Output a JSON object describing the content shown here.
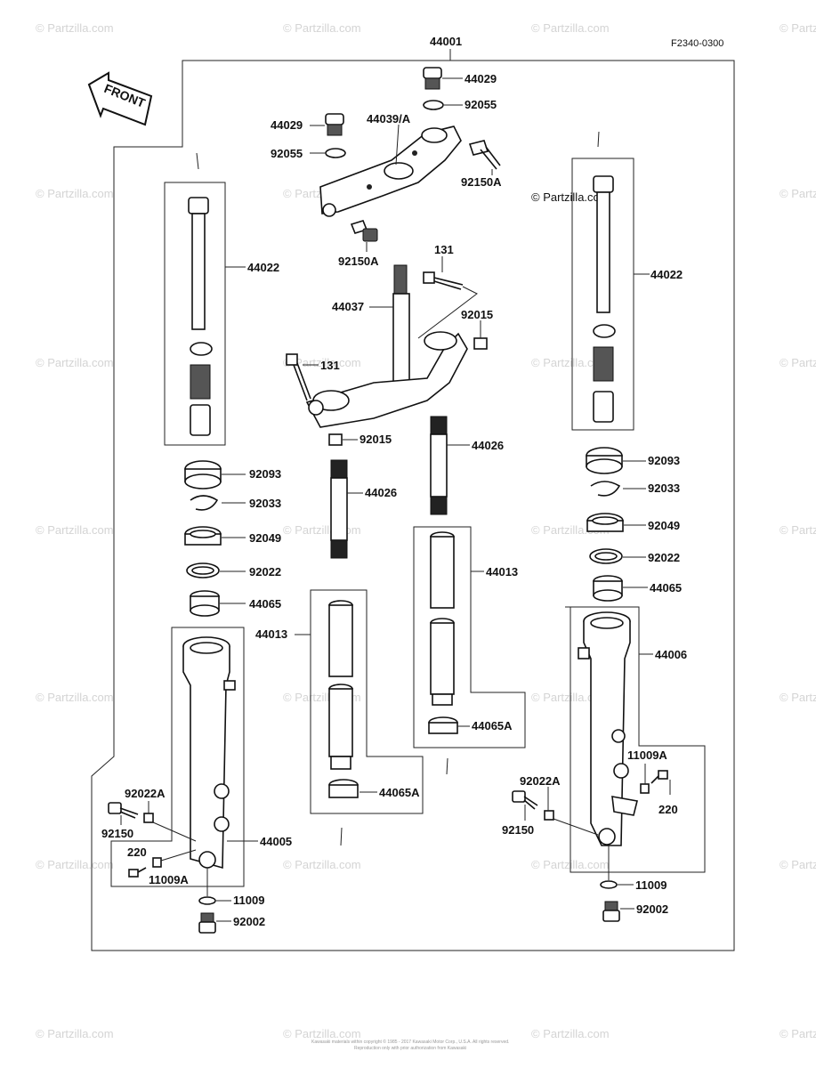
{
  "diagram": {
    "figure_code": "F2340-0300",
    "front_label": "FRONT",
    "assembly_label": "44001",
    "watermark": "© Partzilla.com",
    "footer_line1": "Kawasaki materials within copyright © 1985 - 2017 Kawasaki Motor Corp., U.S.A. All rights reserved.",
    "footer_line2": "Reproduction only with prior authorization from Kawasaki"
  },
  "callouts": {
    "c44029a": "44029",
    "c92055a": "92055",
    "c44029b": "44029",
    "c44039": "44039/A",
    "c92055b": "92055",
    "c92150Aa": "92150A",
    "c92150Ab": "92150A",
    "c131a": "131",
    "c44037": "44037",
    "c92015a": "92015",
    "c131b": "131",
    "c92015b": "92015",
    "c44022l": "44022",
    "c44022r": "44022",
    "c44026a": "44026",
    "c44026b": "44026",
    "c92093l": "92093",
    "c92033l": "92033",
    "c92049l": "92049",
    "c92022l": "92022",
    "c44065l": "44065",
    "c92093r": "92093",
    "c92033r": "92033",
    "c92049r": "92049",
    "c92022r": "92022",
    "c44065r": "44065",
    "c44013a": "44013",
    "c44013b": "44013",
    "c44065Aa": "44065A",
    "c44065Ab": "44065A",
    "c44006": "44006",
    "c44005": "44005",
    "c92022Al": "92022A",
    "c92150l": "92150",
    "c220l": "220",
    "c11009Al": "11009A",
    "c11009l": "11009",
    "c92002l": "92002",
    "c92022Ar": "92022A",
    "c92150r": "92150",
    "c11009Ar": "11009A",
    "c220r": "220",
    "c11009r": "11009",
    "c92002r": "92002"
  }
}
